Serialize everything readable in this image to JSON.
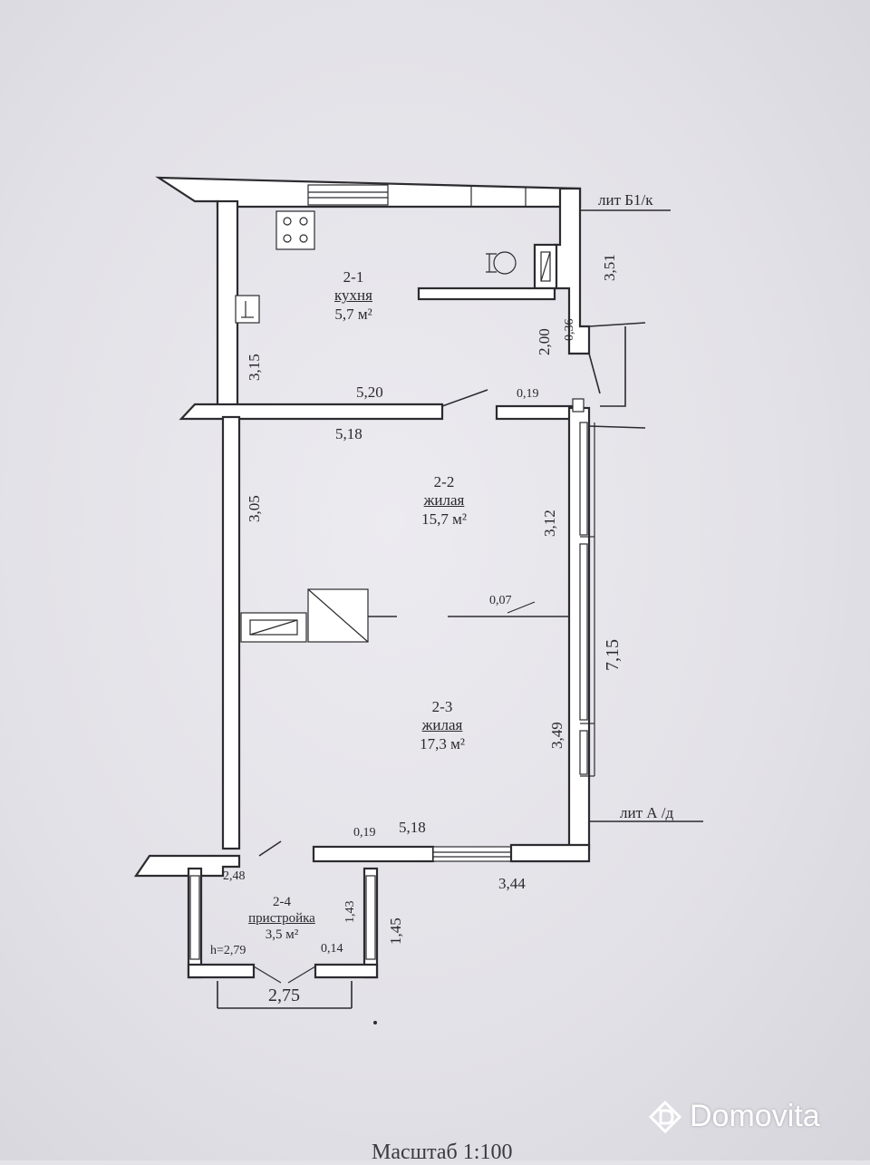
{
  "rooms": [
    {
      "id": "2-1",
      "name": "кухня",
      "area": "5,7 м²"
    },
    {
      "id": "2-2",
      "name": "жилая",
      "area": "15,7 м²"
    },
    {
      "id": "2-3",
      "name": "жилая",
      "area": "17,3 м²"
    },
    {
      "id": "2-4",
      "name": "пристройка",
      "area": "3,5 м²"
    }
  ],
  "dimensions": {
    "kitchen_width": "5,20",
    "kitchen_height": "3,15",
    "kitchen_east": "2,00",
    "kitchen_wall": "0,36",
    "outer_right_top": "3,51",
    "door_gap_top": "0,19",
    "room22_width": "5,18",
    "room22_height": "3,05",
    "room22_right": "3,12",
    "partition": "0,07",
    "total_right": "7,15",
    "room23_right": "3,49",
    "room23_width": "5,18",
    "door_gap_bottom": "0,19",
    "bottom_right": "3,44",
    "ext_width_top": "2,48",
    "ext_height_inner": "1,43",
    "ext_height_outer": "1,45",
    "ext_ceiling": "h=2,79",
    "ext_wall": "0,14",
    "ext_width_bottom": "2,75"
  },
  "labels": {
    "lit_b": "лит Б1/к",
    "lit_a": "лит А /д"
  },
  "footer": {
    "scale": "Масштаб 1:100",
    "watermark": "Domovita"
  }
}
